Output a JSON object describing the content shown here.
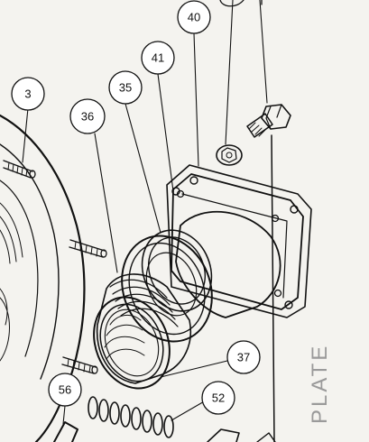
{
  "callouts": [
    {
      "id": "3",
      "label": "3"
    },
    {
      "id": "35",
      "label": "35"
    },
    {
      "id": "36",
      "label": "36"
    },
    {
      "id": "41",
      "label": "41"
    },
    {
      "id": "40",
      "label": "40"
    },
    {
      "id": "37",
      "label": "37"
    },
    {
      "id": "52",
      "label": "52"
    },
    {
      "id": "56",
      "label": "56"
    }
  ],
  "edge_text": {
    "plate": "PLATE"
  },
  "colors": {
    "ink": "#111111",
    "paper": "#f4f3ef",
    "faded": "#9a9a9a"
  }
}
